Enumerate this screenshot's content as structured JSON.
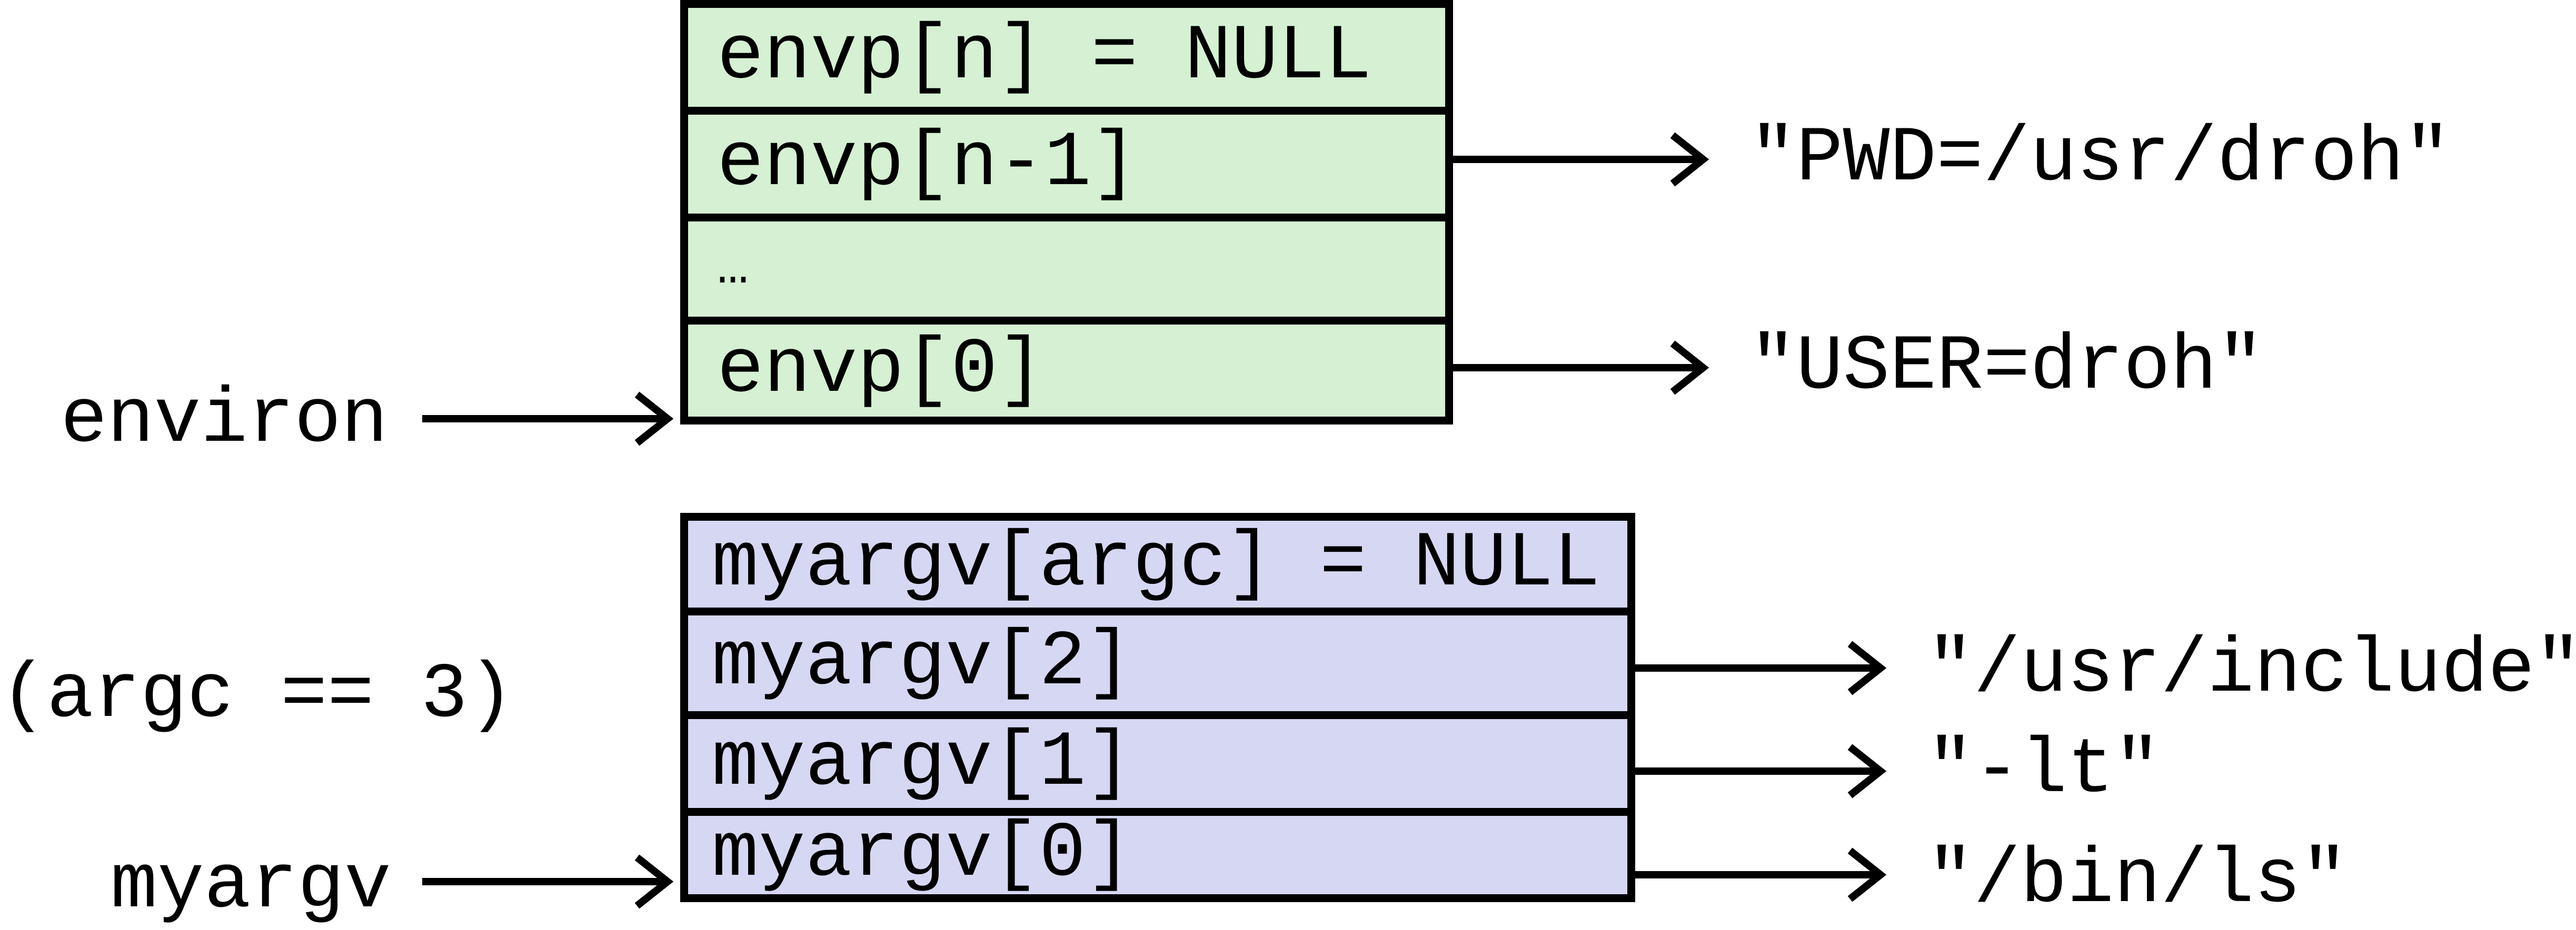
{
  "colors": {
    "env_fill": "#d5f0d2",
    "argv_fill": "#d6d7f3",
    "stroke": "#000000"
  },
  "env": {
    "pointer_label": "environ",
    "cells": [
      "envp[n] = NULL",
      "envp[n-1]",
      "…",
      "envp[0]"
    ],
    "strings": {
      "n_minus_1": "\"PWD=/usr/droh\"",
      "zero": "\"USER=droh\""
    }
  },
  "argv": {
    "pointer_label": "myargv",
    "argc_note": "(argc == 3)",
    "cells": [
      "myargv[argc] = NULL",
      "myargv[2]",
      "myargv[1]",
      "myargv[0]"
    ],
    "strings": {
      "two": "\"/usr/include\"",
      "one": "\"-lt\"",
      "zero": "\"/bin/ls\""
    }
  }
}
